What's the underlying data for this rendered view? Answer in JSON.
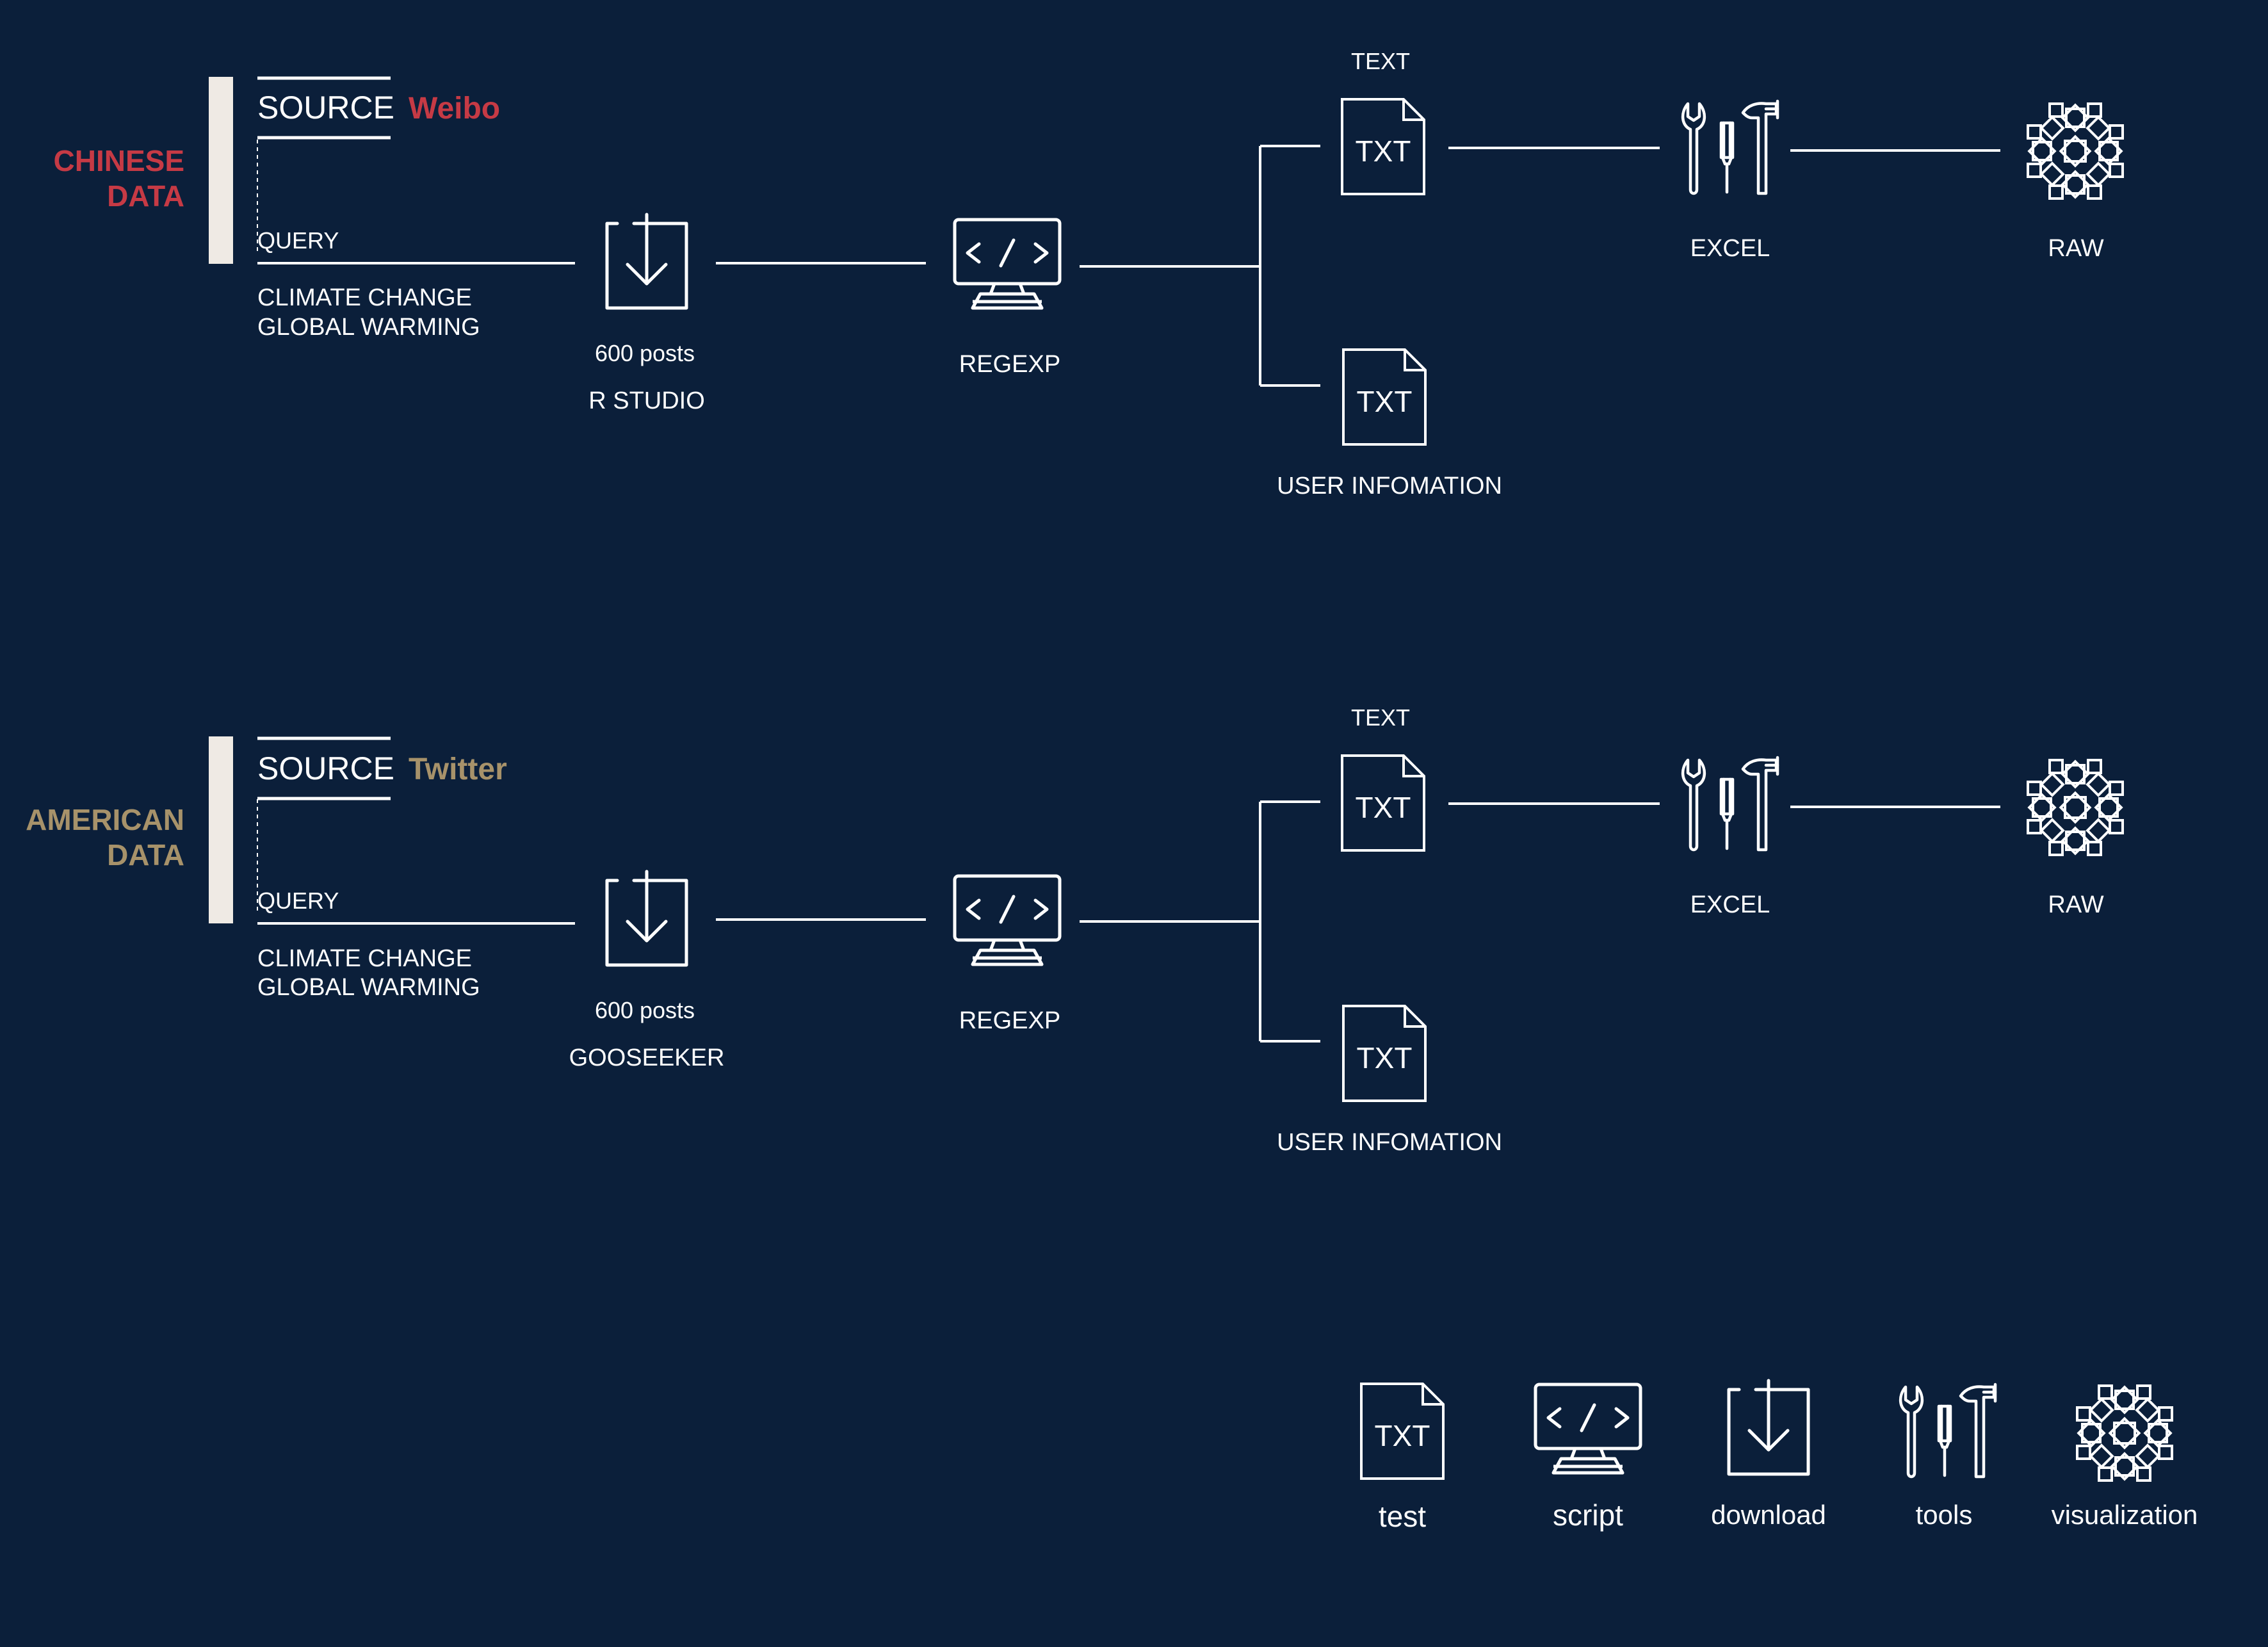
{
  "colors": {
    "background": "#0b1f3a",
    "line": "#ffffff",
    "bar": "#efeae4",
    "chinese_accent": "#c63a45",
    "american_accent": "#a7926a"
  },
  "chinese": {
    "region_line1": "CHINESE",
    "region_line2": "DATA",
    "source_label": "SOURCE",
    "source_name": "Weibo",
    "query_label": "QUERY",
    "query_line1": "CLIMATE CHANGE",
    "query_line2": "GLOBAL WARMING",
    "download_count": "600 posts",
    "download_tool": "R STUDIO",
    "script_label": "REGEXP",
    "text_label": "TEXT",
    "txt_top": "TXT",
    "txt_bottom": "TXT",
    "user_label": "USER INFOMATION",
    "tools_label": "EXCEL",
    "viz_label": "RAW"
  },
  "american": {
    "region_line1": "AMERICAN",
    "region_line2": "DATA",
    "source_label": "SOURCE",
    "source_name": "Twitter",
    "query_label": "QUERY",
    "query_line1": "CLIMATE CHANGE",
    "query_line2": "GLOBAL WARMING",
    "download_count": "600 posts",
    "download_tool": "GOOSEEKER",
    "script_label": "REGEXP",
    "text_label": "TEXT",
    "txt_top": "TXT",
    "txt_bottom": "TXT",
    "user_label": "USER INFOMATION",
    "tools_label": "EXCEL",
    "viz_label": "RAW"
  },
  "legend": {
    "txt_glyph": "TXT",
    "test": "test",
    "script": "script",
    "download": "download",
    "tools": "tools",
    "visualization": "visualization"
  },
  "icons": {
    "file": "txt-file-icon",
    "script": "script-monitor-icon",
    "download": "download-icon",
    "tools": "tools-icon",
    "visualization": "visualization-icon"
  }
}
